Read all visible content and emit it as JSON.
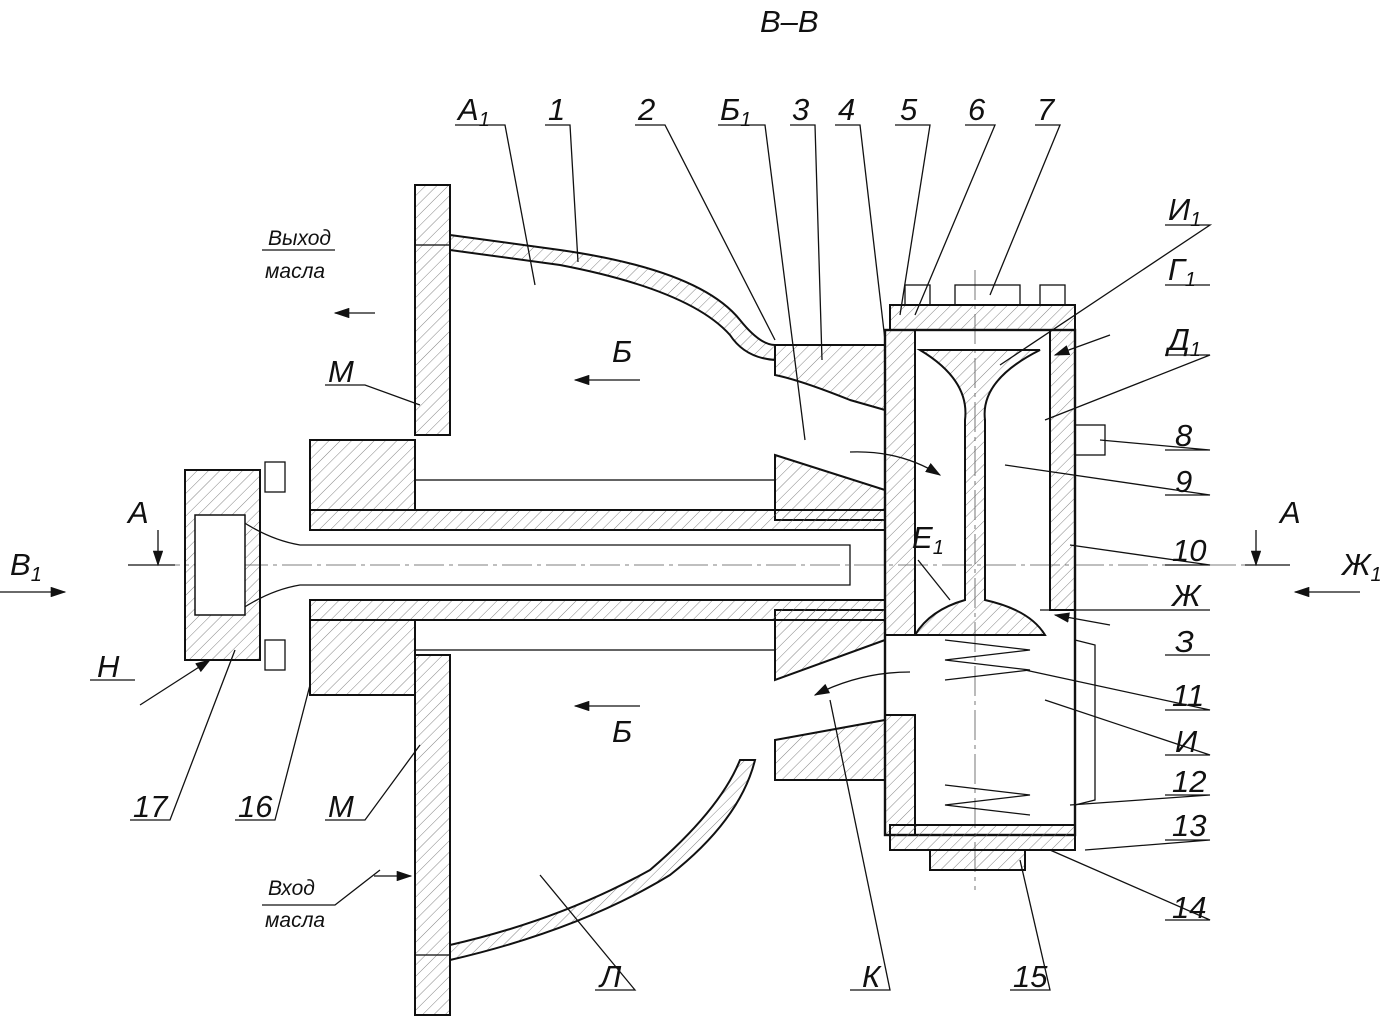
{
  "title": "В–В",
  "notes": {
    "outlet_line1": "Выход",
    "outlet_line2": "масла",
    "inlet_line1": "Вход",
    "inlet_line2": "масла"
  },
  "labels": {
    "A1": {
      "base": "А",
      "sub": "1"
    },
    "p1": "1",
    "p2": "2",
    "B1_top": {
      "base": "Б",
      "sub": "1"
    },
    "p3": "3",
    "p4": "4",
    "p5": "5",
    "p6": "6",
    "p7": "7",
    "I1": {
      "base": "И",
      "sub": "1"
    },
    "G1": {
      "base": "Г",
      "sub": "1"
    },
    "D1": {
      "base": "Д",
      "sub": "1"
    },
    "p8": "8",
    "p9": "9",
    "p10": "10",
    "Zh": "Ж",
    "Z": "З",
    "p11": "11",
    "I": "И",
    "p12": "12",
    "p13": "13",
    "p14": "14",
    "p15": "15",
    "K": "К",
    "L": "Л",
    "M_top": "М",
    "M_bottom": "М",
    "p16": "16",
    "p17": "17",
    "N": "Н",
    "A_left": "А",
    "A_right": "А",
    "V1": {
      "base": "В",
      "sub": "1"
    },
    "Zh1": {
      "base": "Ж",
      "sub": "1"
    },
    "B_top": "Б",
    "B_bottom": "Б",
    "E1": {
      "base": "Е",
      "sub": "1"
    }
  }
}
